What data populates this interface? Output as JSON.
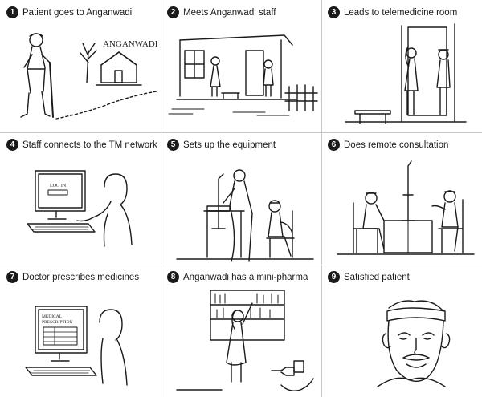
{
  "steps": [
    {
      "num": "1",
      "caption": "Patient goes to Anganwadi",
      "sign": "ANGANWADI",
      "icon": "patient-walking-illustration"
    },
    {
      "num": "2",
      "caption": "Meets Anganwadi staff",
      "icon": "anganwadi-building-illustration"
    },
    {
      "num": "3",
      "caption": "Leads to telemedicine room",
      "icon": "doorway-illustration"
    },
    {
      "num": "4",
      "caption": "Staff connects to the TM network",
      "screen_text": "LOG IN",
      "icon": "computer-login-illustration"
    },
    {
      "num": "5",
      "caption": "Sets up the equipment",
      "icon": "equipment-setup-illustration"
    },
    {
      "num": "6",
      "caption": "Does remote consultation",
      "icon": "remote-consultation-illustration"
    },
    {
      "num": "7",
      "caption": "Doctor prescribes medicines",
      "screen_text_1": "MEDICAL",
      "screen_text_2": "PRESCRIPTION",
      "icon": "prescription-computer-illustration"
    },
    {
      "num": "8",
      "caption": "Anganwadi has a mini-pharma",
      "icon": "pharmacy-shelf-illustration"
    },
    {
      "num": "9",
      "caption": "Satisfied patient",
      "icon": "smiling-patient-illustration"
    }
  ],
  "colors": {
    "ink": "#1a1a1a",
    "border": "#c8c8c8",
    "background": "#ffffff"
  }
}
